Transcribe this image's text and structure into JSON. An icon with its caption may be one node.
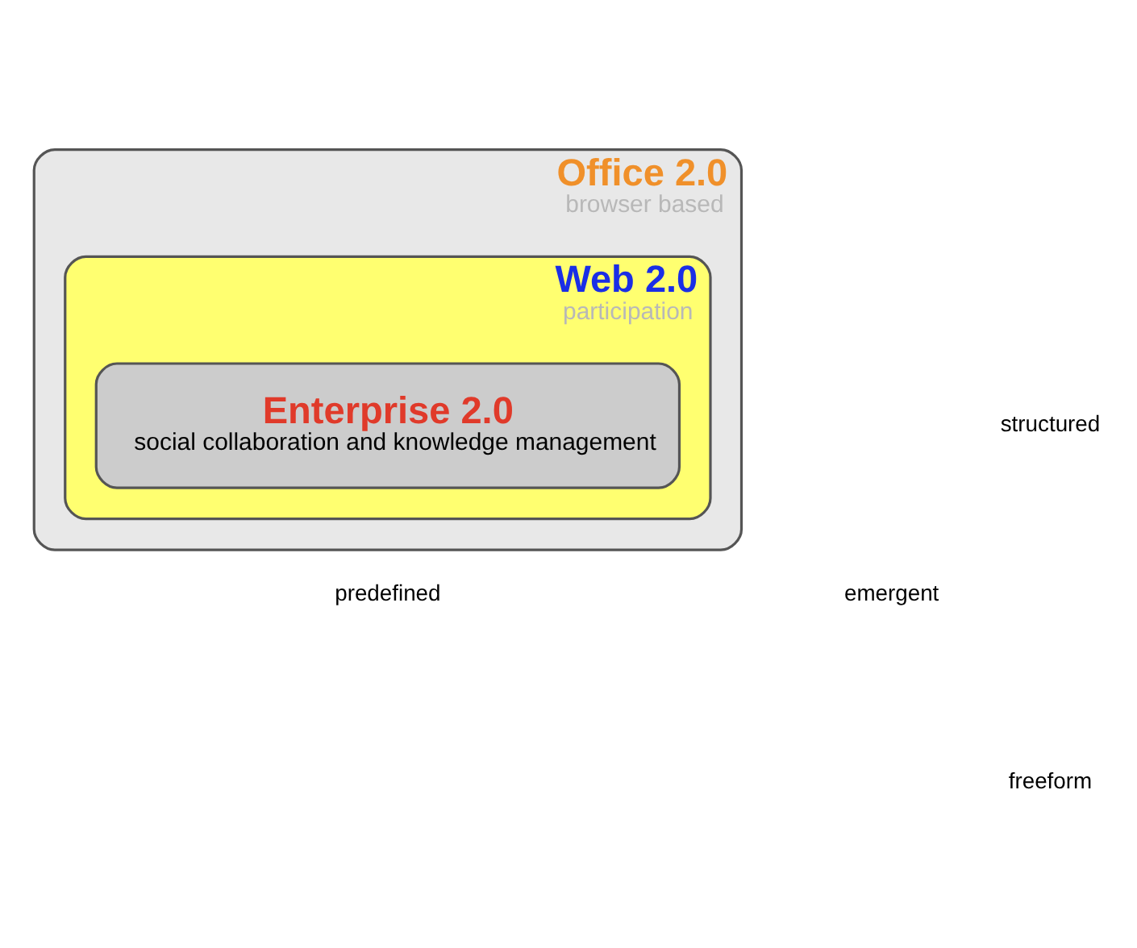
{
  "diagram": {
    "nodes": [
      {
        "text": [
          "Office 2.0",
          "browser based"
        ]
      },
      {
        "text": [
          "Web 2.0",
          "participation"
        ],
        "in": 0
      },
      {
        "text": [
          "Enterprise 2.0",
          "social collaboration and knowledge management"
        ],
        "in": 1
      }
    ],
    "edges": [],
    "labels": [
      "structured",
      "freeform",
      "predefined",
      "emergent"
    ]
  }
}
